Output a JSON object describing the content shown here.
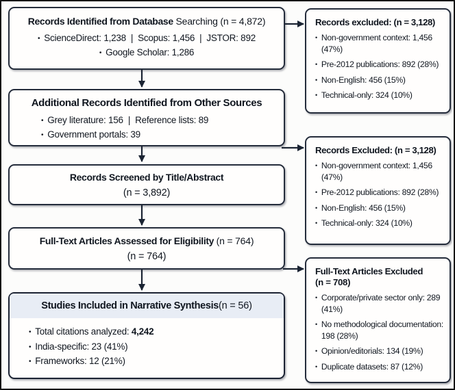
{
  "identification": {
    "title_bold": "Records Identified from ",
    "title_extra": "Database",
    "title_light": " Searching (n = 4,872)",
    "bullet1": "ScienceDirect: 1,238  |  Scopus: 1,456  |  JSTOR: 892",
    "bullet2": "Google Scholar: 1,286"
  },
  "additional": {
    "title": "Additional Records Identified from Other Sources",
    "bullet1": "Grey literature: 156  |  Reference lists: 89",
    "bullet2": "Government portals: 39"
  },
  "screening": {
    "title": "Records Screened by Title/Abstract",
    "count": "(n = 3,892)"
  },
  "eligibility": {
    "title_bold": "Full-Text Articles Assessed for Eligibility ",
    "title_light": "(n = 764)",
    "count": "(n = 764)"
  },
  "included": {
    "title_bold": "Studies Included in Narrative Synthesis ",
    "title_light": "(n = 56)",
    "bullet1_label": "Total citations analyzed: ",
    "bullet1_value": "4,242",
    "bullet2": "India-specific: 23 (41%)",
    "bullet3": "Frameworks: 12 (21%)"
  },
  "excluded_top": {
    "title": "Records excluded: (n = 3,128)",
    "bullets": [
      "Non-government context: 1,456 (47%)",
      "Pre-2012 publications: 892 (28%)",
      "Non-English: 456 (15%)",
      "Technical-only: 324 (10%)"
    ]
  },
  "excluded_mid": {
    "title": "Records Excluded: (n = 3,128)",
    "bullets": [
      "Non-government context: 1,456 (47%)",
      "Pre-2012 publications: 892 (28%)",
      "Non-English: 456 (15%)",
      "Technical-only: 324 (10%)"
    ]
  },
  "excluded_bottom": {
    "title": "Full-Text Articles Excluded",
    "count": "(n = 708)",
    "bullets": [
      "Corporate/private sector only: 289 (41%)",
      "No methodological documentation: 198 (28%)",
      "Opinion/editorials: 134 (19%)",
      "Duplicate datasets: 87 (12%)"
    ]
  },
  "colors": {
    "line": "#1b2433",
    "box_border": "#242c3b",
    "band_fill": "#e8edf5",
    "text": "#10161f"
  }
}
